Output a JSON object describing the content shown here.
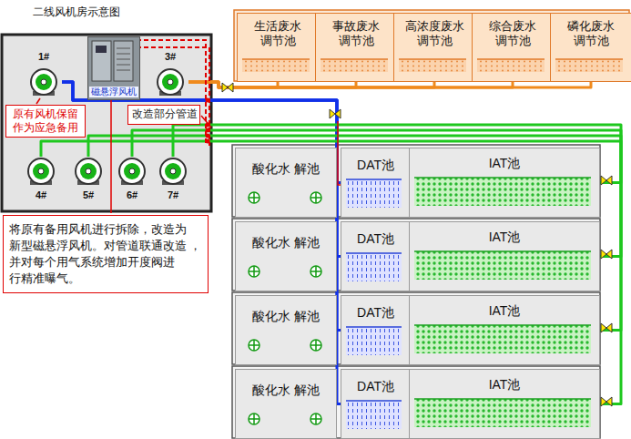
{
  "diagram": {
    "title": "二线风机房示意图",
    "nodes": [
      {
        "text": [
          "生活废水 调节池"
        ]
      },
      {
        "text": [
          "事故废水 调节池"
        ]
      },
      {
        "text": [
          "高浓度废水 调节池"
        ]
      },
      {
        "text": [
          "综合废水 调节池"
        ]
      },
      {
        "text": [
          "磷化废水 调节池"
        ]
      },
      {
        "text": [
          "1#"
        ]
      },
      {
        "text": [
          "磁悬浮风机"
        ]
      },
      {
        "text": [
          "3#"
        ]
      },
      {
        "text": [
          "原有风机保留 作为应急备用"
        ]
      },
      {
        "text": [
          "改造部分管道"
        ]
      },
      {
        "text": [
          "增加开度阀"
        ]
      },
      {
        "text": [
          "4#"
        ]
      },
      {
        "text": [
          "5#"
        ]
      },
      {
        "text": [
          "6#"
        ]
      },
      {
        "text": [
          "7#"
        ]
      },
      {
        "text": [
          "酸化水 解池"
        ]
      },
      {
        "text": [
          "DAT池"
        ]
      },
      {
        "text": [
          "IAT池"
        ]
      },
      {
        "text": [
          "酸化水 解池"
        ]
      },
      {
        "text": [
          "DAT池"
        ]
      },
      {
        "text": [
          "IAT池"
        ]
      },
      {
        "text": [
          "酸化水 解池"
        ]
      },
      {
        "text": [
          "DAT池"
        ]
      },
      {
        "text": [
          "IAT池"
        ]
      },
      {
        "text": [
          "酸化水 解池"
        ]
      },
      {
        "text": [
          "DAT池"
        ]
      },
      {
        "text": [
          "IAT池"
        ]
      },
      {
        "text": [
          "将原有备用风机进行拆除，改造为 新型磁悬浮风机。对管道联通改造 ，并对每个用气系统增加开度阀进 行精准曝气。"
        ]
      }
    ],
    "edges": [
      {
        "from": 7,
        "to": 0,
        "arrow": "none"
      },
      {
        "from": 7,
        "to": 1,
        "arrow": "none"
      },
      {
        "from": 7,
        "to": 2,
        "arrow": "none"
      },
      {
        "from": 7,
        "to": 3,
        "arrow": "none"
      },
      {
        "from": 7,
        "to": 4,
        "arrow": "none"
      },
      {
        "from": 5,
        "to": 16,
        "arrow": "none"
      },
      {
        "from": 5,
        "to": 19,
        "arrow": "none"
      },
      {
        "from": 5,
        "to": 22,
        "arrow": "none"
      },
      {
        "from": 5,
        "to": 25,
        "arrow": "none"
      },
      {
        "from": 11,
        "to": 17,
        "arrow": "none"
      },
      {
        "from": 12,
        "to": 20,
        "arrow": "none"
      },
      {
        "from": 13,
        "to": 23,
        "arrow": "none"
      },
      {
        "from": 14,
        "to": 26,
        "arrow": "none"
      }
    ]
  }
}
